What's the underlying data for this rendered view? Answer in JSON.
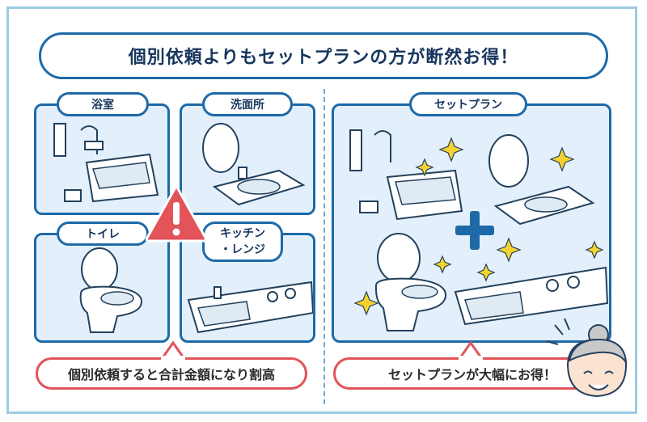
{
  "title": "個別依頼よりもセットプランの方が断然お得！",
  "left": {
    "panels": [
      {
        "label": "浴室"
      },
      {
        "label": "洗面所"
      },
      {
        "label": "トイレ"
      },
      {
        "label_line1": "キッチン",
        "label_line2": "・レンジ"
      }
    ],
    "bubble": "個別依頼すると合計金額になり割高"
  },
  "right": {
    "label": "セットプラン",
    "bubble": "セットプランが大幅にお得！"
  },
  "colors": {
    "navy": "#1e6aa8",
    "panel_bg": "#e3f0fb",
    "red": "#e2535a",
    "sparkle": "#f5d230"
  }
}
